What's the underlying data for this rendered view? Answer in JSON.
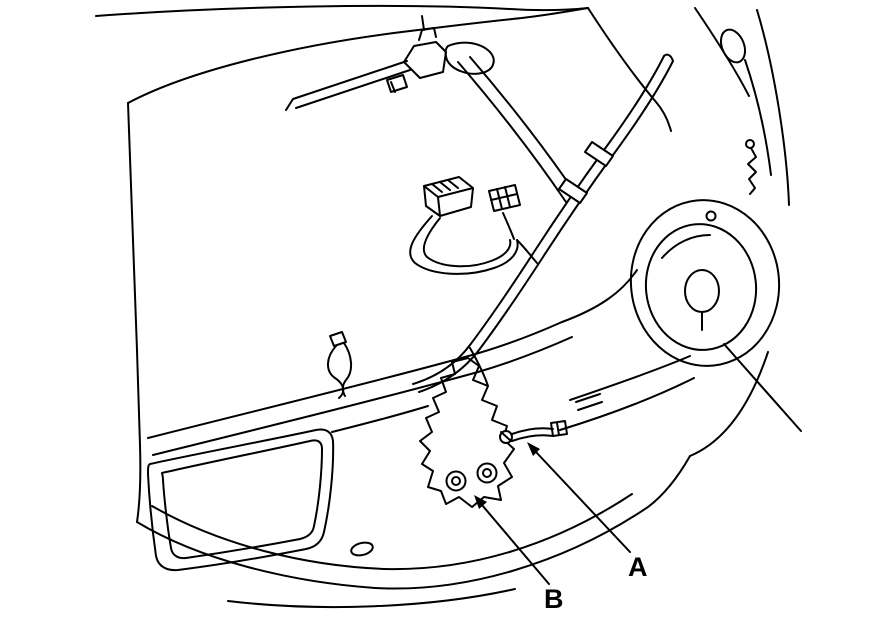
{
  "diagram": {
    "background_color": "#ffffff",
    "line_color": "#000000"
  },
  "callouts": {
    "a": {
      "label": "A",
      "target": "harness-clip-connector"
    },
    "b": {
      "label": "B",
      "target": "actuator-mounting-bolts"
    }
  }
}
